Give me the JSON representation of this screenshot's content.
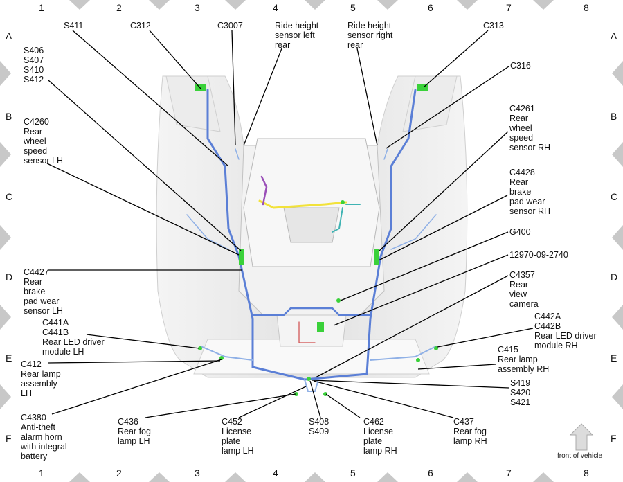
{
  "grid": {
    "columns": [
      "1",
      "2",
      "3",
      "4",
      "5",
      "6",
      "7",
      "8"
    ],
    "rows": [
      "A",
      "B",
      "C",
      "D",
      "E",
      "F"
    ]
  },
  "labels": {
    "s411": "S411",
    "c312": "C312",
    "c3007": "C3007",
    "ride_left": "Ride height\nsensor left\nrear",
    "ride_right": "Ride height\nsensor right\nrear",
    "c313": "C313",
    "splices_left": "S406\nS407\nS410\nS412",
    "c316": "C316",
    "c4260": "C4260\nRear\nwheel\nspeed\nsensor LH",
    "c4261": "C4261\nRear\nwheel\nspeed\nsensor RH",
    "c4428": "C4428\nRear\nbrake\npad wear\nsensor RH",
    "g400": "G400",
    "ref_no": "12970-09-2740",
    "c4427": "C4427\nRear\nbrake\npad wear\nsensor LH",
    "c4357": "C4357\nRear\nview\ncamera",
    "c441": "C441A\nC441B\nRear LED driver\nmodule LH",
    "c442": "C442A\nC442B\nRear LED driver\nmodule RH",
    "c412": "C412\nRear lamp\nassembly\nLH",
    "c415": "C415\nRear lamp\nassembly RH",
    "splices_center": "S419\nS420\nS421",
    "c4380": "C4380\nAnti-theft\nalarm horn\nwith integral\nbattery",
    "c436": "C436\nRear fog\nlamp LH",
    "c452": "C452\nLicense\nplate\nlamp LH",
    "splices_bottom": "S408\nS409",
    "c462": "C462\nLicense\nplate\nlamp RH",
    "c437": "C437\nRear fog\nlamp RH",
    "front_of_vehicle": "front of vehicle"
  },
  "colors": {
    "harness_blue": "#5b7fd6",
    "harness_light": "#8fb0e6",
    "connector_green": "#3ad13a",
    "yellow_wire": "#f2e23a",
    "purple_wire": "#9a4fb8",
    "teal_wire": "#3fb3b3",
    "body_gray": "#e4e4e4"
  }
}
